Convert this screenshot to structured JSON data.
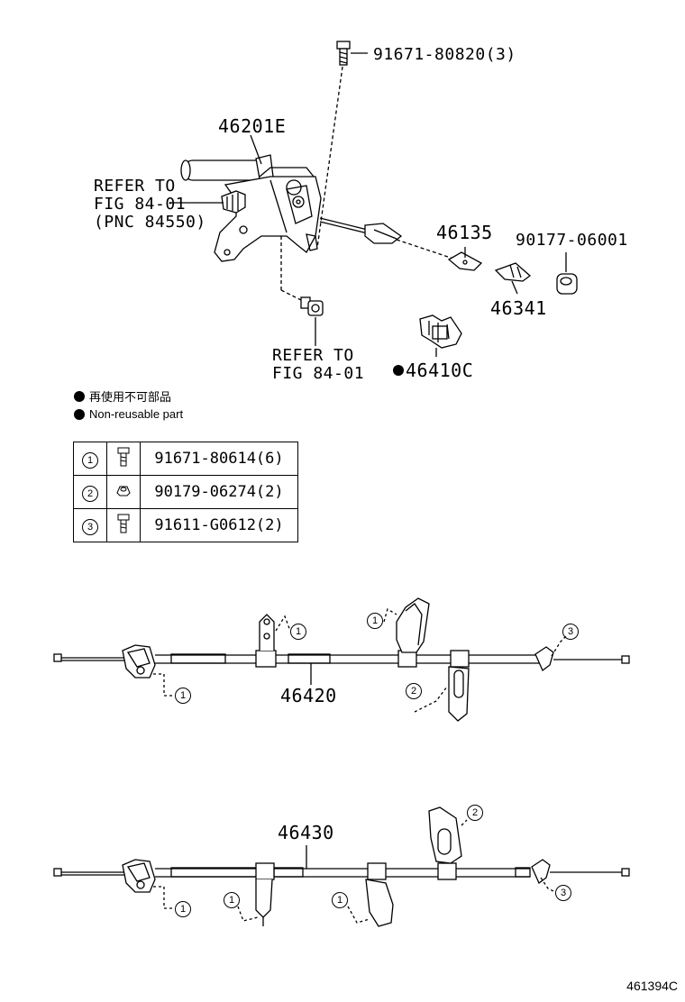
{
  "labels": {
    "bolt_top": "91671-80820(3)",
    "lever": "46201E",
    "refer1_l1": "REFER TO",
    "refer1_l2": "FIG 84-01",
    "refer1_l3": "(PNC 84550)",
    "p46135": "46135",
    "p90177": "90177-06001",
    "p46341": "46341",
    "refer2_l1": "REFER TO",
    "refer2_l2": "FIG 84-01",
    "p46410c": "46410C",
    "cable1": "46420",
    "cable2": "46430"
  },
  "legend": {
    "jp": "再使用不可部品",
    "en": "Non-reusable part"
  },
  "parts_table": [
    {
      "num": "1",
      "icon": "bolt-icon",
      "part": "91671-80614(6)"
    },
    {
      "num": "2",
      "icon": "nut-icon",
      "part": "90179-06274(2)"
    },
    {
      "num": "3",
      "icon": "bolt-icon",
      "part": "91611-G0612(2)"
    }
  ],
  "callouts": {
    "c1": "1",
    "c2": "2",
    "c3": "3"
  },
  "figure_code": "461394C"
}
